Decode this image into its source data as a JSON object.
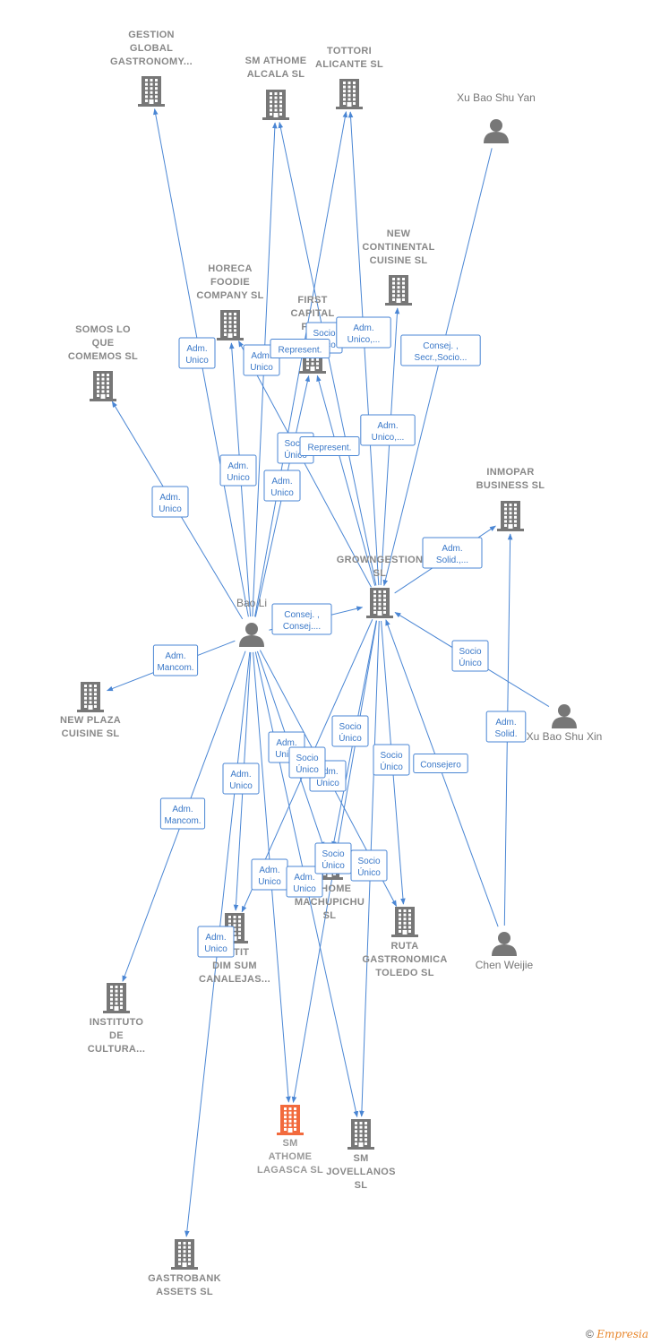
{
  "colors": {
    "edge": "#4a86d4",
    "company": "#777777",
    "company_highlight": "#f26a3d",
    "person": "#777777"
  },
  "nodes": [
    {
      "id": "gestion",
      "type": "company",
      "label": [
        "GESTION",
        "GLOBAL",
        "GASTRONOMY..."
      ]
    },
    {
      "id": "smalcala",
      "type": "company",
      "label": [
        "SM ATHOME",
        "ALCALA  SL"
      ]
    },
    {
      "id": "tottori",
      "type": "company",
      "label": [
        "TOTTORI",
        "ALICANTE  SL"
      ]
    },
    {
      "id": "xubaoshuyan",
      "type": "person",
      "label": [
        "Xu Bao Shu Yan"
      ]
    },
    {
      "id": "newcontinental",
      "type": "company",
      "label": [
        "NEW",
        "CONTINENTAL",
        "CUISINE  SL"
      ]
    },
    {
      "id": "horeca",
      "type": "company",
      "label": [
        "HORECA",
        "FOODIE",
        "COMPANY  SL"
      ]
    },
    {
      "id": "firstcapital",
      "type": "company",
      "label": [
        "FIRST",
        "CAPITAL",
        "FU..."
      ]
    },
    {
      "id": "somos",
      "type": "company",
      "label": [
        "SOMOS LO",
        "QUE",
        "COMEMOS  SL"
      ]
    },
    {
      "id": "inmopar",
      "type": "company",
      "label": [
        "INMOPAR",
        "BUSINESS  SL"
      ]
    },
    {
      "id": "growngestion",
      "type": "company",
      "label": [
        "GROWNGESTION",
        "SL"
      ]
    },
    {
      "id": "baoli",
      "type": "person",
      "label": [
        "Bao Li"
      ]
    },
    {
      "id": "newplaza",
      "type": "company",
      "label": [
        "NEW PLAZA",
        "CUISINE  SL"
      ]
    },
    {
      "id": "xubaoshuxin",
      "type": "person",
      "label": [
        "Xu Bao Shu Xin"
      ]
    },
    {
      "id": "machupichu",
      "type": "company",
      "label": [
        "ATHOME",
        "MACHUPICHU",
        "SL"
      ]
    },
    {
      "id": "petitdimsum",
      "type": "company",
      "label": [
        "PETIT",
        "DIM SUM",
        "CANALEJAS..."
      ]
    },
    {
      "id": "ruta",
      "type": "company",
      "label": [
        "RUTA",
        "GASTRONOMICA",
        "TOLEDO  SL"
      ]
    },
    {
      "id": "chenweijie",
      "type": "person",
      "label": [
        "Chen Weijie"
      ]
    },
    {
      "id": "instituto",
      "type": "company",
      "label": [
        "INSTITUTO",
        "DE",
        "CULTURA..."
      ]
    },
    {
      "id": "smlagasca",
      "type": "company",
      "label": [
        "SM",
        "ATHOME",
        "LAGASCA  SL"
      ],
      "highlight": true
    },
    {
      "id": "smjovellanos",
      "type": "company",
      "label": [
        "SM",
        "JOVELLANOS",
        "SL"
      ]
    },
    {
      "id": "gastrobank",
      "type": "company",
      "label": [
        "GASTROBANK",
        "ASSETS  SL"
      ]
    }
  ],
  "edges": [
    {
      "from": "baoli",
      "to": "gestion",
      "label": [
        "Adm.",
        "Unico"
      ]
    },
    {
      "from": "baoli",
      "to": "smalcala",
      "label": [
        "Adm.",
        "Unico"
      ]
    },
    {
      "from": "baoli",
      "to": "tottori",
      "label": [
        "Socio",
        "Único"
      ]
    },
    {
      "from": "baoli",
      "to": "horeca",
      "label": [
        "Adm.",
        "Unico"
      ]
    },
    {
      "from": "baoli",
      "to": "firstcapital",
      "label": [
        "Adm.",
        "Unico"
      ]
    },
    {
      "from": "baoli",
      "to": "somos",
      "label": [
        "Adm.",
        "Unico"
      ]
    },
    {
      "from": "baoli",
      "to": "growngestion",
      "label": [
        "Consej. ,",
        "Consej...."
      ]
    },
    {
      "from": "baoli",
      "to": "newplaza",
      "label": [
        "Adm.",
        "Mancom."
      ]
    },
    {
      "from": "baoli",
      "to": "instituto",
      "label": [
        "Adm.",
        "Mancom."
      ]
    },
    {
      "from": "baoli",
      "to": "petitdimsum",
      "label": [
        "Adm.",
        "Unico"
      ]
    },
    {
      "from": "baoli",
      "to": "machupichu",
      "label": [
        "Adm.",
        "Unico"
      ]
    },
    {
      "from": "baoli",
      "to": "smlagasca",
      "label": [
        "Adm.",
        "Unico"
      ]
    },
    {
      "from": "baoli",
      "to": "smjovellanos",
      "label": [
        "Adm.",
        "Unico"
      ]
    },
    {
      "from": "baoli",
      "to": "ruta",
      "label": [
        "Adm.",
        "Unico"
      ]
    },
    {
      "from": "growngestion",
      "to": "smalcala",
      "label": [
        "Socio",
        "Único"
      ]
    },
    {
      "from": "growngestion",
      "to": "tottori",
      "label": [
        "Adm.",
        "Unico,..."
      ]
    },
    {
      "from": "growngestion",
      "to": "newcontinental",
      "label": [
        "Adm.",
        "Unico,..."
      ]
    },
    {
      "from": "growngestion",
      "to": "horeca",
      "label": [
        "Represent."
      ]
    },
    {
      "from": "growngestion",
      "to": "firstcapital",
      "label": [
        "Represent."
      ]
    },
    {
      "from": "growngestion",
      "to": "inmopar",
      "label": [
        "Adm.",
        "Solid.,..."
      ]
    },
    {
      "from": "growngestion",
      "to": "machupichu",
      "label": [
        "Socio",
        "Único"
      ]
    },
    {
      "from": "growngestion",
      "to": "petitdimsum",
      "label": [
        "Socio",
        "Único"
      ]
    },
    {
      "from": "growngestion",
      "to": "ruta",
      "label": [
        "Socio",
        "Único"
      ]
    },
    {
      "from": "growngestion",
      "to": "smlagasca",
      "label": [
        "Socio",
        "Único"
      ]
    },
    {
      "from": "growngestion",
      "to": "smjovellanos",
      "label": [
        "Socio",
        "Único"
      ]
    },
    {
      "from": "xubaoshuyan",
      "to": "growngestion",
      "label": [
        "Consej. ,",
        "Secr.,Socio..."
      ]
    },
    {
      "from": "xubaoshuxin",
      "to": "growngestion",
      "label": [
        "Socio",
        "Único"
      ]
    },
    {
      "from": "chenweijie",
      "to": "inmopar",
      "label": [
        "Adm.",
        "Solid."
      ]
    },
    {
      "from": "chenweijie",
      "to": "growngestion",
      "label": [
        "Consejero"
      ]
    },
    {
      "from": "baoli",
      "to": "gastrobank",
      "label": [
        "Adm.",
        "Unico"
      ]
    }
  ],
  "footer": {
    "copyright": "©",
    "brand": "Empresia"
  }
}
